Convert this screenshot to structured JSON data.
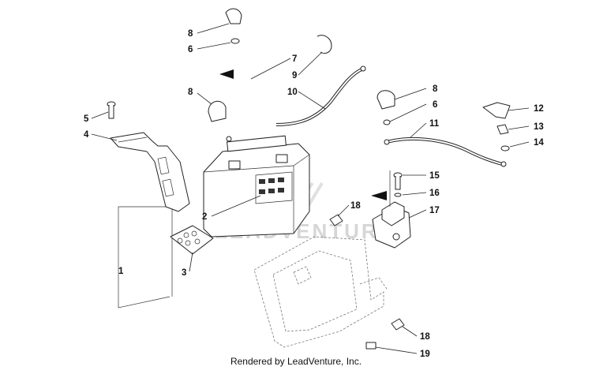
{
  "diagram": {
    "watermark": "LEADVENTURE",
    "footer": "Rendered by LeadVenture, Inc.",
    "callouts": [
      {
        "id": "8a",
        "label": "8"
      },
      {
        "id": "6a",
        "label": "6"
      },
      {
        "id": "7",
        "label": "7"
      },
      {
        "id": "9",
        "label": "9"
      },
      {
        "id": "8b",
        "label": "8"
      },
      {
        "id": "10",
        "label": "10"
      },
      {
        "id": "5",
        "label": "5"
      },
      {
        "id": "4",
        "label": "4"
      },
      {
        "id": "2",
        "label": "2"
      },
      {
        "id": "1",
        "label": "1"
      },
      {
        "id": "3",
        "label": "3"
      },
      {
        "id": "8c",
        "label": "8"
      },
      {
        "id": "6b",
        "label": "6"
      },
      {
        "id": "11",
        "label": "11"
      },
      {
        "id": "12",
        "label": "12"
      },
      {
        "id": "13",
        "label": "13"
      },
      {
        "id": "14",
        "label": "14"
      },
      {
        "id": "15",
        "label": "15"
      },
      {
        "id": "16",
        "label": "16"
      },
      {
        "id": "17",
        "label": "17"
      },
      {
        "id": "18a",
        "label": "18"
      },
      {
        "id": "18b",
        "label": "18"
      },
      {
        "id": "19",
        "label": "19"
      }
    ]
  }
}
